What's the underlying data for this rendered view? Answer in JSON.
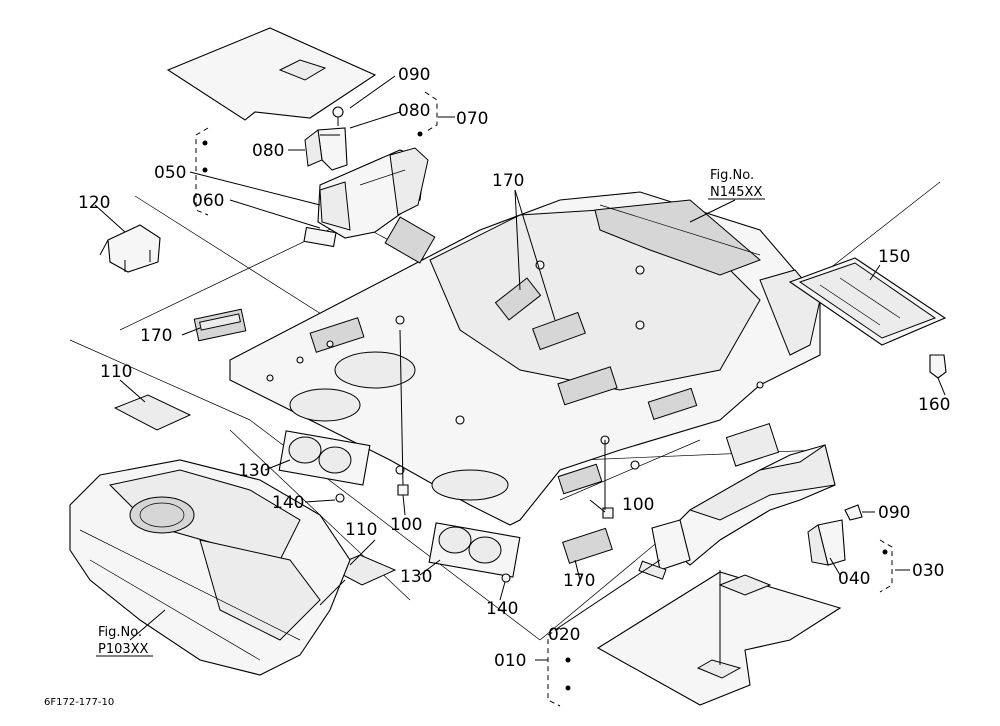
{
  "diagram": {
    "part_labels": {
      "p010": "010",
      "p020": "020",
      "p030": "030",
      "p040": "040",
      "p050": "050",
      "p060": "060",
      "p070": "070",
      "p080_top": "080",
      "p080_left": "080",
      "p090_top": "090",
      "p090_right": "090",
      "p100_left": "100",
      "p100_right": "100",
      "p110_top": "110",
      "p110_bottom": "110",
      "p120": "120",
      "p130_left": "130",
      "p130_bottom": "130",
      "p140_left": "140",
      "p140_bottom": "140",
      "p150": "150",
      "p160": "160",
      "p170_top": "170",
      "p170_left": "170",
      "p170_bottom": "170"
    },
    "figure_refs": {
      "top_right_prefix": "Fig.No.",
      "top_right_code": "N145XX",
      "bottom_left_prefix": "Fig.No.",
      "bottom_left_code": "P103XX"
    },
    "drawing_code": "6F172-177-10"
  }
}
